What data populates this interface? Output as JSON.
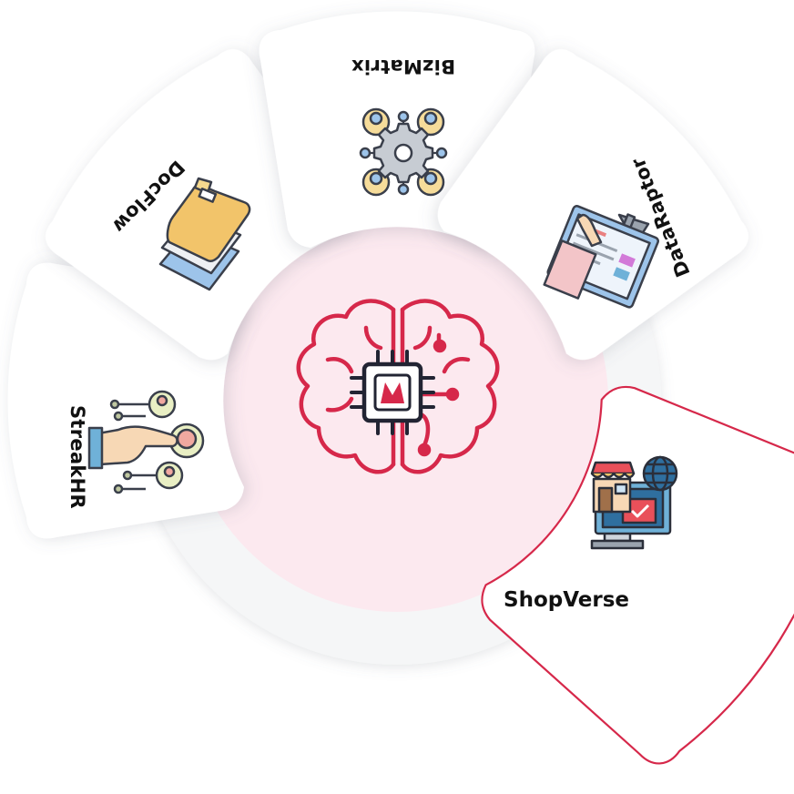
{
  "colors": {
    "accent": "#d6284a",
    "center_fill": "#fce8ee",
    "outer_ring": "#f6f7f8",
    "card": "#ffffff",
    "text": "#111111"
  },
  "center": {
    "icon": "brain-chip-logo-icon"
  },
  "products": [
    {
      "name": "StreakHR",
      "icon": "hand-touch-network-icon"
    },
    {
      "name": "DocFlow",
      "icon": "folder-documents-icon"
    },
    {
      "name": "BizMatrix",
      "icon": "gear-network-icon"
    },
    {
      "name": "DataRaptor",
      "icon": "data-dashboard-monitor-icon"
    }
  ],
  "active_product": {
    "name": "ShopVerse",
    "icon": "shop-globe-monitor-icon"
  }
}
